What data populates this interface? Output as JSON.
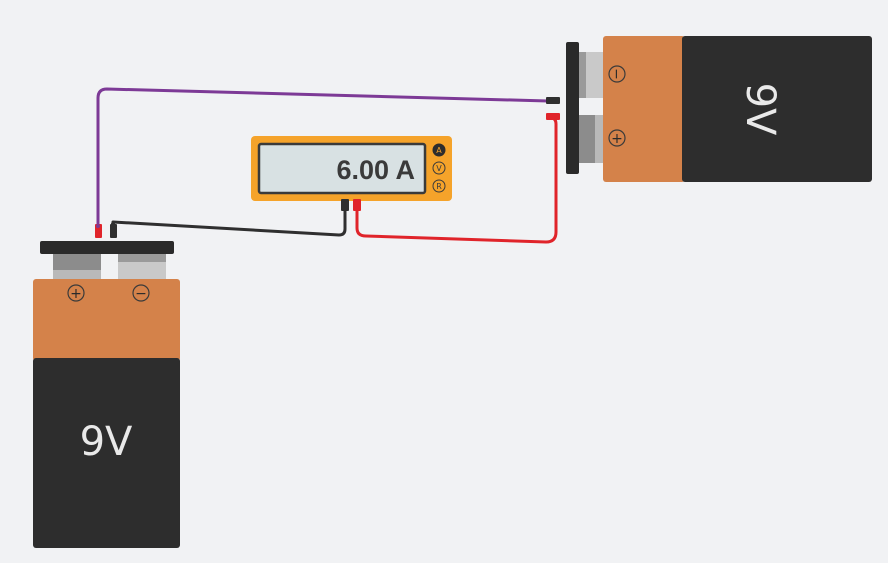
{
  "battery_left": {
    "label": "9V",
    "positive_symbol": "+",
    "negative_symbol": "−"
  },
  "battery_right": {
    "label": "9V",
    "positive_symbol": "+",
    "negative_symbol": "−"
  },
  "multimeter": {
    "reading": "6.00 A",
    "modes": [
      "A",
      "V",
      "R"
    ],
    "selected_mode": "A"
  },
  "colors": {
    "battery_top": "#d4824a",
    "battery_body": "#2d2d2d",
    "connector": "#2a2a2a",
    "multimeter_case": "#f5a32a",
    "display": "#d8e1e3",
    "wire_purple": "#7d3a96",
    "wire_black": "#2f2f2f",
    "wire_red": "#e0242a"
  }
}
